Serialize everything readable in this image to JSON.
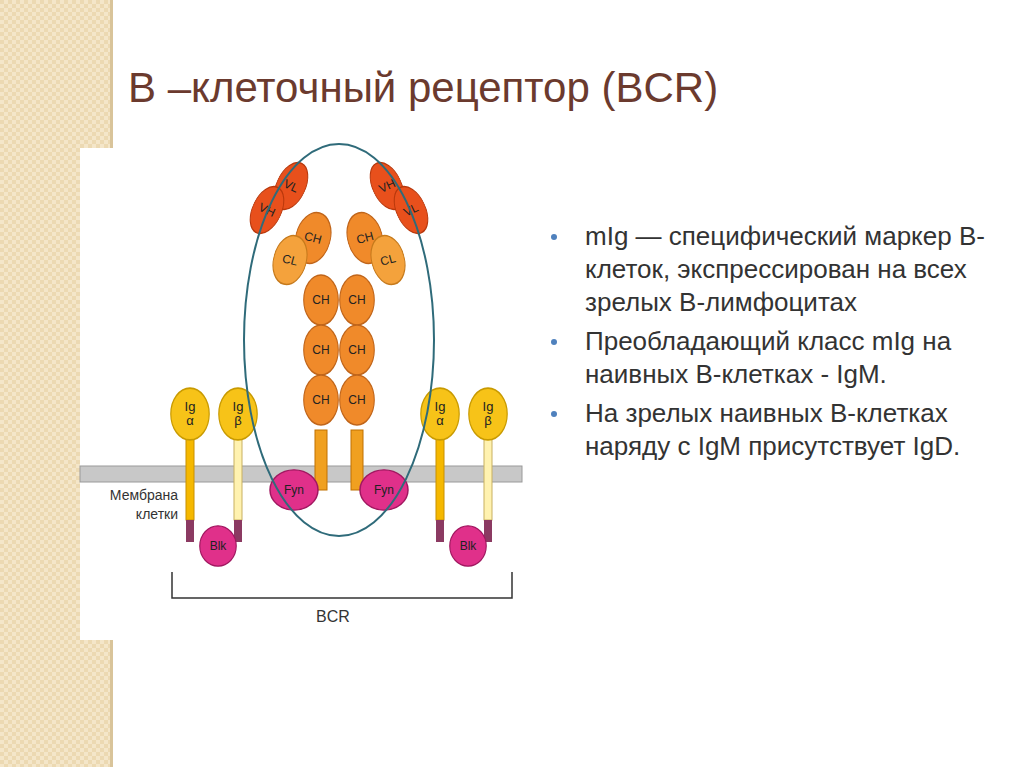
{
  "diagram": {
    "title": "В –клеточный рецептор (BCR)",
    "nodes": [
      {
        "text": [
          "VL"
        ]
      },
      {
        "text": [
          "VH"
        ]
      },
      {
        "text": [
          "CH"
        ]
      },
      {
        "text": [
          "CL"
        ]
      },
      {
        "text": [
          "CH"
        ]
      },
      {
        "text": [
          "CH"
        ]
      },
      {
        "text": [
          "CH"
        ]
      },
      {
        "text": [
          "VH"
        ]
      },
      {
        "text": [
          "VL"
        ]
      },
      {
        "text": [
          "CH"
        ]
      },
      {
        "text": [
          "CL"
        ]
      },
      {
        "text": [
          "CH"
        ]
      },
      {
        "text": [
          "CH"
        ]
      },
      {
        "text": [
          "CH"
        ]
      },
      {
        "text": [
          "Ig α"
        ]
      },
      {
        "text": [
          "Ig β"
        ]
      },
      {
        "text": [
          "Ig α"
        ]
      },
      {
        "text": [
          "Ig β"
        ]
      },
      {
        "text": [
          "Fyn"
        ]
      },
      {
        "text": [
          "Fyn"
        ]
      },
      {
        "text": [
          "Blk"
        ]
      },
      {
        "text": [
          "Blk"
        ]
      }
    ],
    "labels": [
      "Мембрана клетки",
      "BCR",
      "mIg — специфический маркер В-клеток, экспрессирован на всех зрелых В-лимфоцитах",
      "Преобладающий класс mIg на наивных В-клетках - IgM.",
      "На зрелых наивных В-клетках наряду с IgM присутствует IgD."
    ]
  }
}
